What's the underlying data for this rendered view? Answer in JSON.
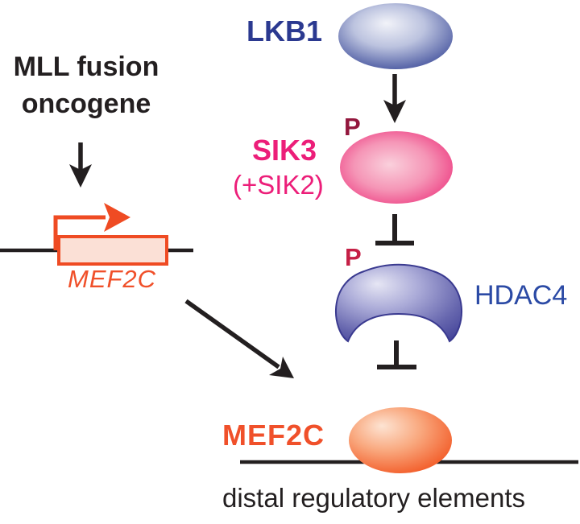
{
  "left_pathway": {
    "oncogene_label_line1": "MLL fusion",
    "oncogene_label_line2": "oncogene",
    "gene_label": "MEF2C"
  },
  "kinase_cascade": {
    "lkb1_label": "LKB1",
    "sik3_label": "SIK3",
    "sik3_sublabel": "(+SIK2)",
    "sik3_phospho_label": "P",
    "hdac4_label": "HDAC4",
    "hdac4_phospho_label": "P",
    "mef2c_label": "MEF2C",
    "caption": "distal regulatory elements"
  },
  "colors": {
    "navy_text": "#2B3990",
    "pink_text": "#EC1E79",
    "blue_text": "#2B4AA5",
    "orange_text": "#F0502A",
    "maroon_phospho": "#93173D",
    "crimson_phospho": "#C51F45",
    "black_line": "#231F20",
    "lkb1_fill_edge": "#2B3990",
    "sik3_fill_edge": "#E8145F",
    "hdac4_fill_edge": "#3D3D95",
    "mef2c_fill_edge": "#EF4B23",
    "gene_box_fill": "#FBE0D6",
    "gene_box_border": "#EF4B23"
  }
}
